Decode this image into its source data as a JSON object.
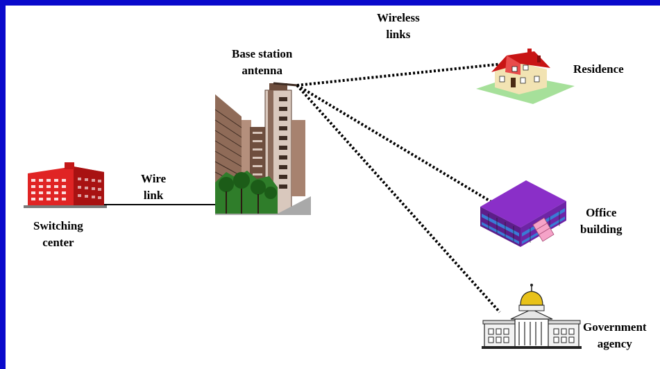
{
  "labels": {
    "wireless_links": [
      "Wireless",
      "links"
    ],
    "base_station_antenna": [
      "Base station",
      "antenna"
    ],
    "residence": "Residence",
    "wire_link": [
      "Wire",
      "link"
    ],
    "switching_center": [
      "Switching",
      "center"
    ],
    "office_building": [
      "Office",
      "building"
    ],
    "government_agency": [
      "Government",
      "agency"
    ]
  },
  "colors": {
    "frame": "#0a0acc",
    "background": "#ffffff",
    "links": "#000000",
    "switching_center": "#d81e1e",
    "office_building": "#7a1fb8",
    "residence_roof": "#c81414",
    "capitol_dome": "#e8c21a"
  },
  "icons": [
    "switching-center-building-icon",
    "base-station-tower-icon",
    "residence-house-icon",
    "office-building-icon",
    "government-agency-icon"
  ]
}
